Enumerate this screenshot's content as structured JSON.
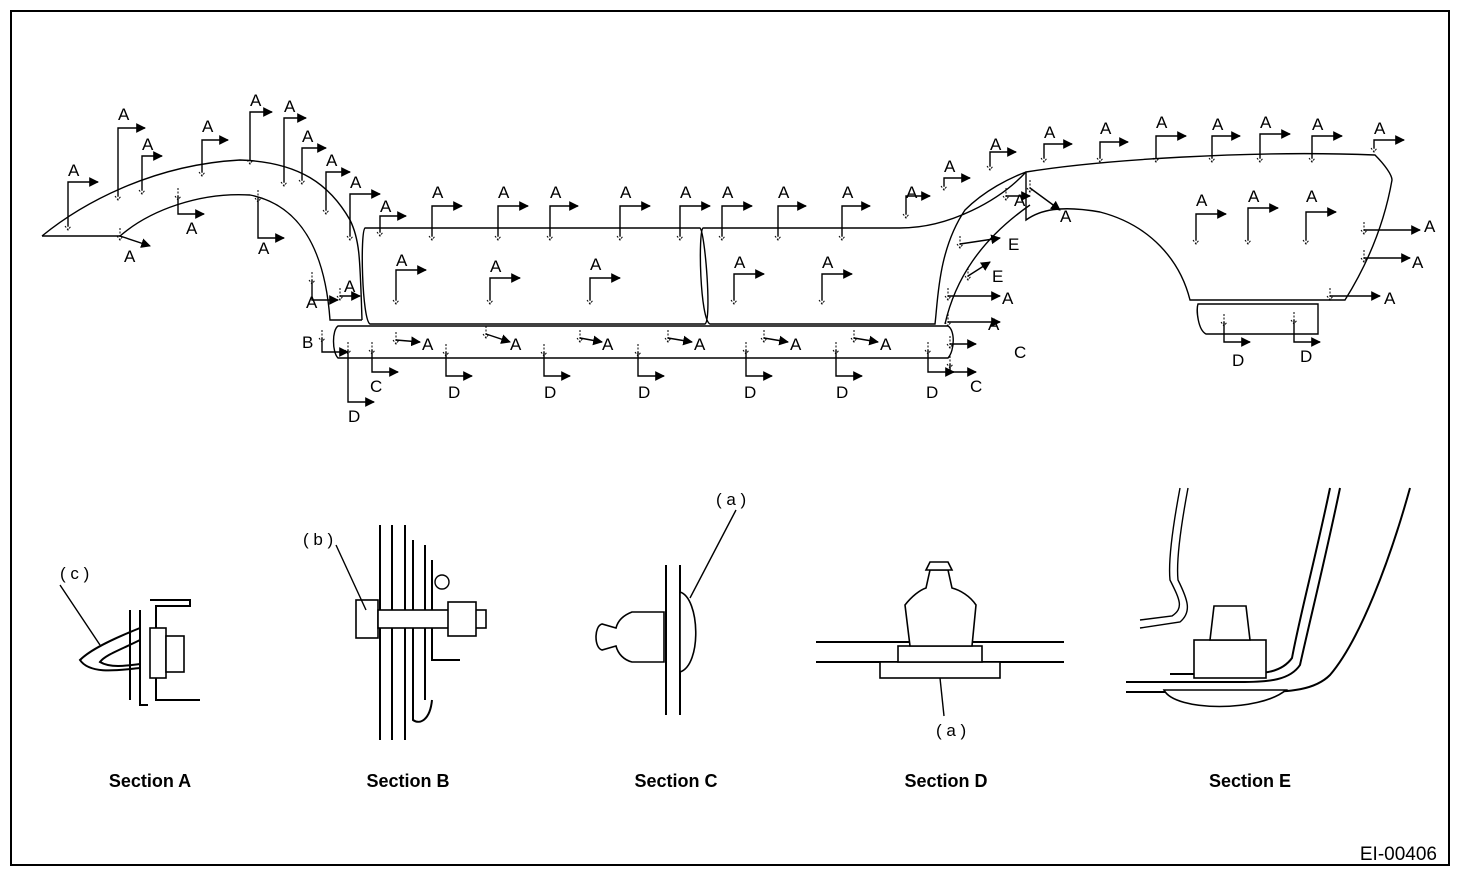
{
  "labels": {
    "A": "A",
    "B": "B",
    "C": "C",
    "D": "D",
    "E": "E"
  },
  "sections": {
    "a": "Section A",
    "b": "Section B",
    "c": "Section C",
    "d": "Section D",
    "e": "Section E"
  },
  "parts": {
    "a": "( a )",
    "b": "( b )",
    "c": "( c )"
  },
  "figure_code": "EI-00406"
}
